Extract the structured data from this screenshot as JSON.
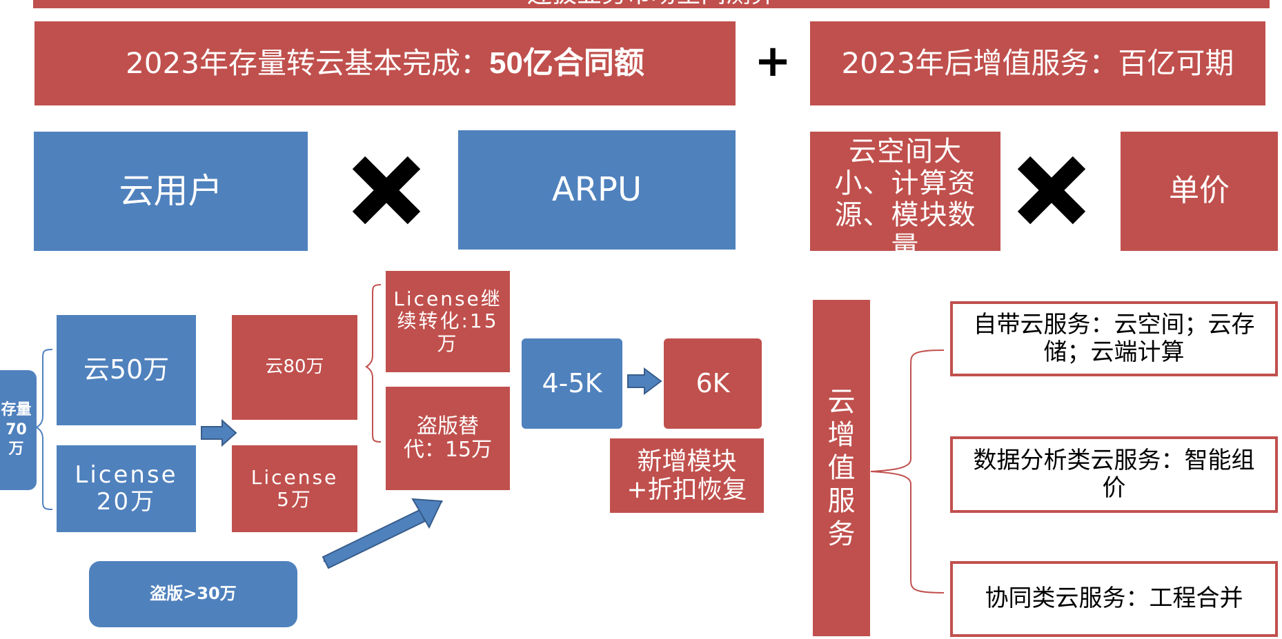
{
  "header": {
    "title": "连拔业务市场空间测算"
  },
  "top_row": {
    "left_prefix": "2023年存量转云基本完成：",
    "left_emph": "50亿合同额",
    "plus": "+",
    "right": "2023年后增值服务：百亿可期"
  },
  "formula_left": {
    "users": "云用户",
    "times": "✖",
    "arpu": "ARPU"
  },
  "formula_right": {
    "resources": "云空间大小、计算资源、模块数量",
    "times": "✖",
    "price": "单价"
  },
  "user_flow": {
    "stock": "存量70万",
    "cloud_50": "云50万",
    "license_20": "License 20万",
    "cloud_80": "云80万",
    "license_5": "License 5万",
    "license_convert": "License继续转化:15万",
    "piracy_replace": "盗版替代：15万",
    "piracy": "盗版>30万"
  },
  "arpu_flow": {
    "from": "4-5K",
    "to": "6K",
    "note": "新增模块+折扣恢复"
  },
  "value_added": {
    "label": "云增值服务",
    "items": [
      "自带云服务：云空间；云存储；云端计算",
      "数据分析类云服务：智能组价",
      "协同类云服务：工程合并"
    ]
  },
  "colors": {
    "red": "#c0504d",
    "blue": "#4f81bd",
    "black": "#000000"
  }
}
